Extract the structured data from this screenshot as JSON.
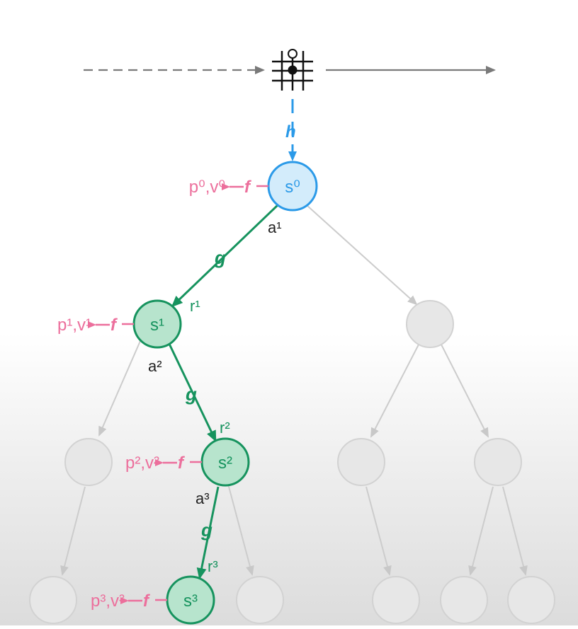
{
  "colors": {
    "blue": "#2b9ae8",
    "blue_fill": "#d3ecfb",
    "green": "#16935e",
    "green_fill": "#b7e4cd",
    "pink": "#ec6f9c",
    "gray_stroke": "#cfcfcf",
    "gray_fill": "#e7e7e7",
    "dark_arrow": "#7a7a7a",
    "black": "#222222"
  },
  "icons": {
    "board": "go-board-icon"
  },
  "labels": {
    "h": "h",
    "g": "g",
    "f": "f",
    "s0": "s⁰",
    "s1": "s¹",
    "s2": "s²",
    "s3": "s³",
    "pv0": "p⁰,v⁰",
    "pv1": "p¹,v¹",
    "pv2": "p²,v²",
    "pv3": "p³,v³",
    "a1": "a¹",
    "a2": "a²",
    "a3": "a³",
    "r1": "r¹",
    "r2": "r²",
    "r3": "r³"
  }
}
